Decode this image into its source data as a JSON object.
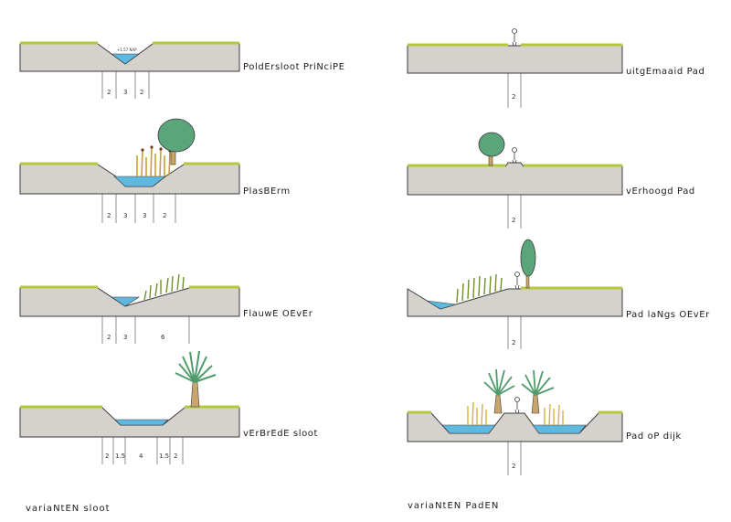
{
  "colors": {
    "ground": "#d5d2cd",
    "ground_stroke": "#3a3a3a",
    "grass": "#b3c93a",
    "grass_dark": "#6f8f2c",
    "water": "#5fb8de",
    "reed": "#e2c13b",
    "tree_green": "#5aa57a",
    "trunk": "#c8a56a"
  },
  "sloot": {
    "group_title": "variaNtEN sloot",
    "sections": [
      {
        "label": "PoldErsloot PriNciPE",
        "annotation": "+1.57 NAP",
        "dims": [
          "2",
          "3",
          "2"
        ]
      },
      {
        "label": "PlasBErm",
        "dims": [
          "2",
          "3",
          "3",
          "2"
        ]
      },
      {
        "label": "FlauwE OEvEr",
        "dims": [
          "2",
          "3",
          "6"
        ]
      },
      {
        "label": "vErBrEdE sloot",
        "dims": [
          "2",
          "1.5",
          "4",
          "1.5",
          "2"
        ]
      }
    ]
  },
  "paden": {
    "group_title": "variaNtEN PadEN",
    "sections": [
      {
        "label": "uitgEmaaid Pad",
        "dims": [
          "2"
        ]
      },
      {
        "label": "vErhoogd Pad",
        "dims": [
          "2"
        ]
      },
      {
        "label": "Pad laNgs OEvEr",
        "dims": [
          "2"
        ]
      },
      {
        "label": "Pad oP dijk",
        "dims": [
          "2"
        ]
      }
    ]
  }
}
